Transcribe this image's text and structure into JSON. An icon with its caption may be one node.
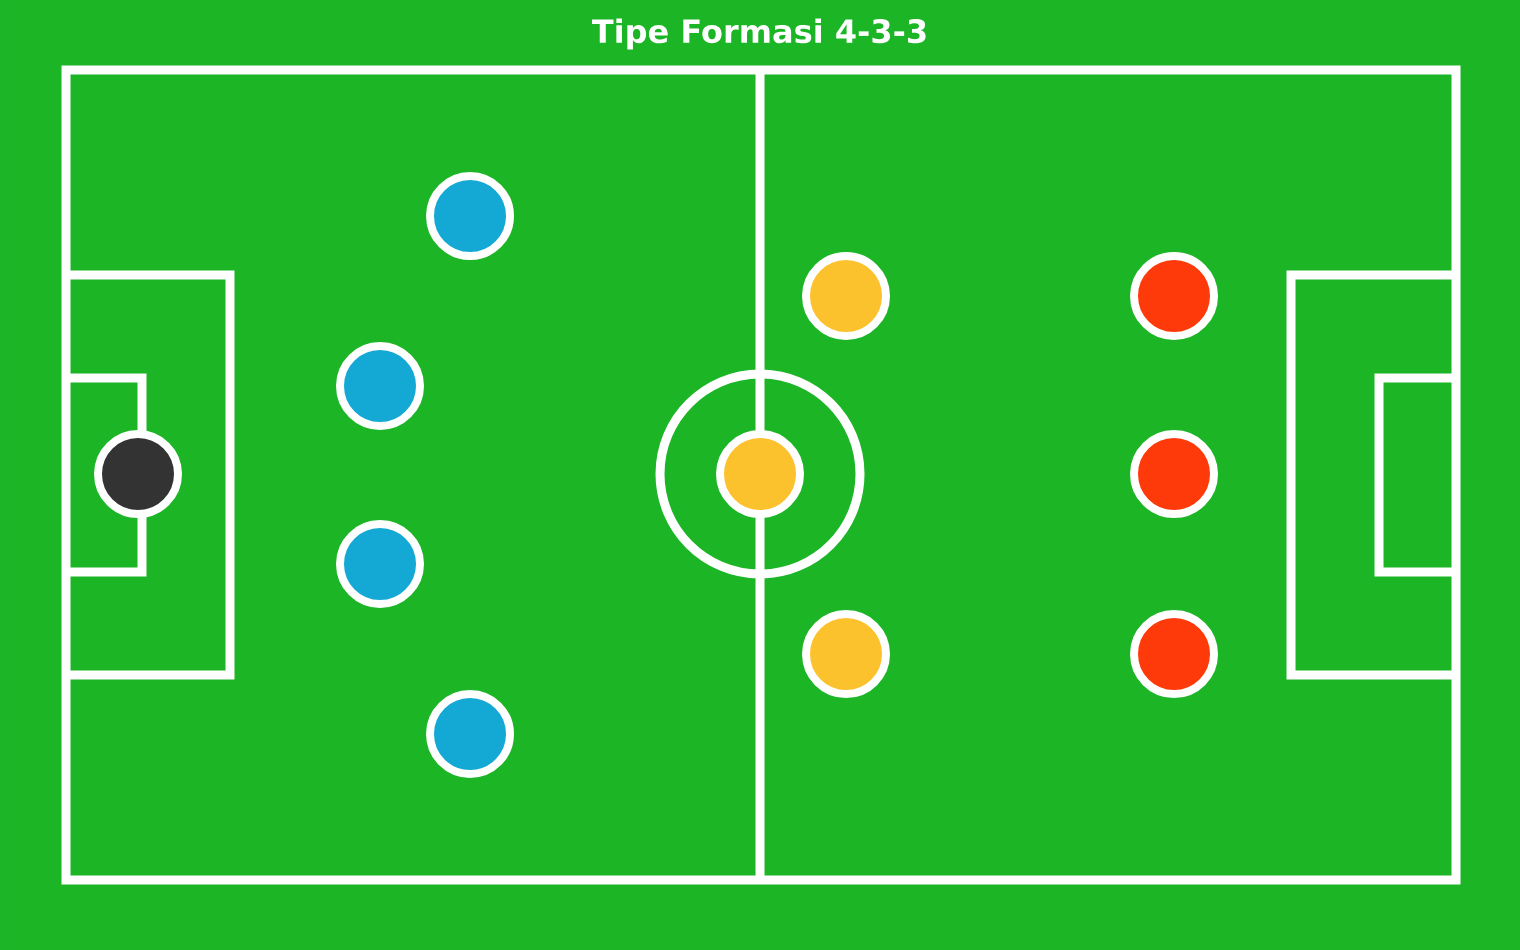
{
  "diagram": {
    "title": "Tipe Formasi 4-3-3",
    "nodes": [
      {
        "text": [],
        "shape": "circle"
      },
      {
        "text": [],
        "shape": "circle"
      },
      {
        "text": [],
        "shape": "circle"
      },
      {
        "text": [],
        "shape": "circle"
      },
      {
        "text": [],
        "shape": "circle"
      },
      {
        "text": [],
        "shape": "circle"
      },
      {
        "text": [],
        "shape": "circle"
      },
      {
        "text": [],
        "shape": "circle"
      },
      {
        "text": [],
        "shape": "circle"
      },
      {
        "text": [],
        "shape": "circle"
      },
      {
        "text": [],
        "shape": "circle"
      }
    ]
  }
}
